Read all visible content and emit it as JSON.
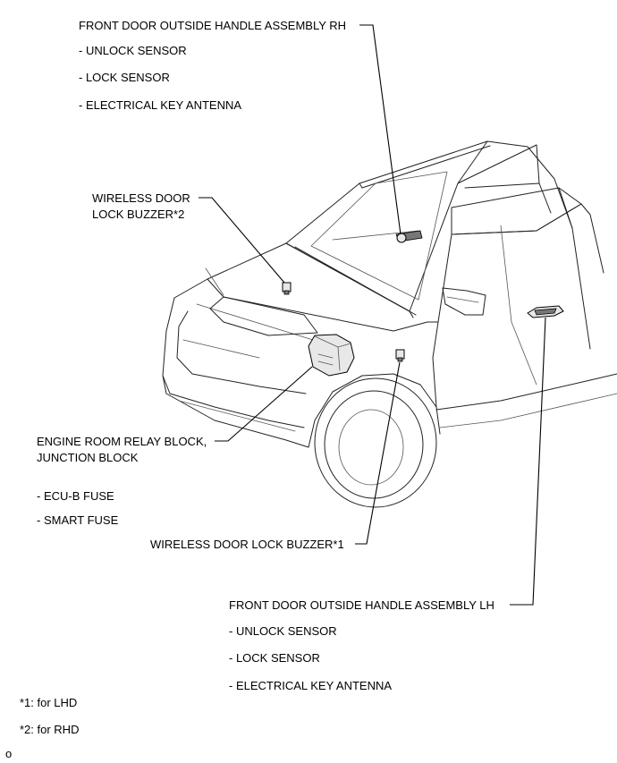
{
  "labels": {
    "rh_handle_title": "FRONT DOOR OUTSIDE HANDLE ASSEMBLY RH",
    "rh_unlock": "- UNLOCK SENSOR",
    "rh_lock": "- LOCK SENSOR",
    "rh_antenna": "- ELECTRICAL KEY ANTENNA",
    "buzzer2_line1": "WIRELESS DOOR",
    "buzzer2_line2": "LOCK BUZZER*2",
    "relay_line1": "ENGINE ROOM RELAY BLOCK,",
    "relay_line2": "JUNCTION BLOCK",
    "ecu_fuse": "- ECU-B FUSE",
    "smart_fuse": "- SMART FUSE",
    "buzzer1": "WIRELESS DOOR LOCK BUZZER*1",
    "lh_handle_title": "FRONT DOOR OUTSIDE HANDLE ASSEMBLY LH",
    "lh_unlock": "- UNLOCK SENSOR",
    "lh_lock": "- LOCK SENSOR",
    "lh_antenna": "- ELECTRICAL KEY ANTENNA"
  },
  "footnotes": {
    "note1": "*1: for LHD",
    "note2": "*2: for RHD",
    "code": "o"
  }
}
